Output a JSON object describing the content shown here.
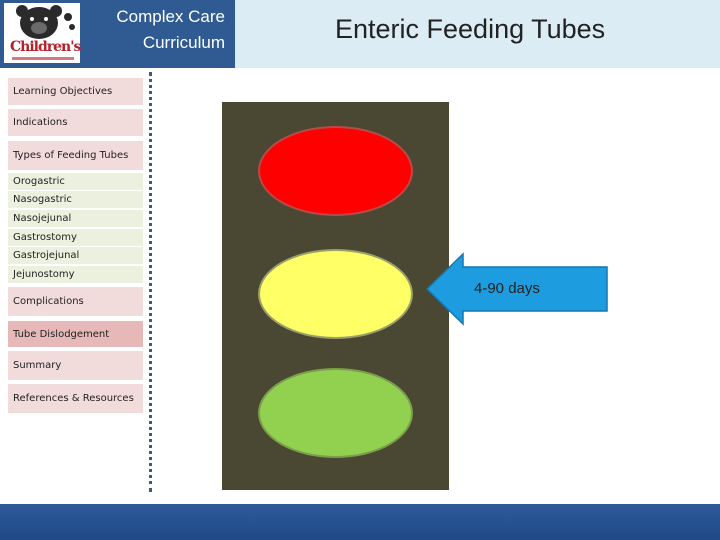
{
  "header": {
    "logo_text": "Children's",
    "brand_line1": "Complex Care",
    "brand_line2": "Curriculum",
    "page_title": "Enteric Feeding Tubes"
  },
  "nav": {
    "items": [
      {
        "label": "Learning Objectives",
        "kind": "main"
      },
      {
        "label": "Indications",
        "kind": "main"
      },
      {
        "label": "Types of Feeding Tubes",
        "kind": "main"
      },
      {
        "label": "Orogastric",
        "kind": "sub"
      },
      {
        "label": "Nasogastric",
        "kind": "sub"
      },
      {
        "label": "Nasojejunal",
        "kind": "sub"
      },
      {
        "label": "Gastrostomy",
        "kind": "sub"
      },
      {
        "label": "Gastrojejunal",
        "kind": "sub"
      },
      {
        "label": "Jejunostomy",
        "kind": "sub"
      },
      {
        "label": "Complications",
        "kind": "main"
      },
      {
        "label": "Tube Dislodgement",
        "kind": "main",
        "active": true
      },
      {
        "label": "Summary",
        "kind": "main"
      },
      {
        "label": "References & Resources",
        "kind": "main"
      }
    ]
  },
  "traffic_light": {
    "lamps": [
      "red",
      "yellow",
      "green"
    ],
    "arrow_label": "4-90 days",
    "colors": {
      "red": "#ff0000",
      "yellow": "#ffff66",
      "green": "#92d050",
      "housing": "#4a4732",
      "arrow": "#1e9ce0"
    }
  },
  "colors": {
    "header_left": "#2f5b92",
    "header_right": "#dcecf4",
    "footer": "#2e5a9a"
  }
}
